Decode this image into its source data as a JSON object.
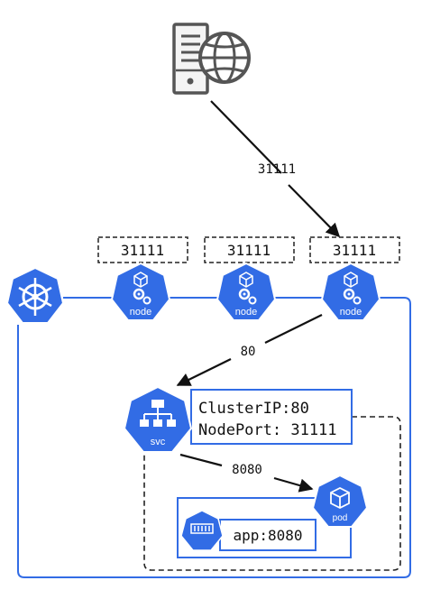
{
  "internet_link": {
    "port_label": "31111"
  },
  "nodes": [
    {
      "port": "31111",
      "label": "node"
    },
    {
      "port": "31111",
      "label": "node"
    },
    {
      "port": "31111",
      "label": "node"
    }
  ],
  "node_to_svc": {
    "port_label": "80"
  },
  "svc": {
    "badge_label": "svc",
    "cluster_ip": "ClusterIP:80",
    "node_port": "NodePort: 31111"
  },
  "svc_to_pod": {
    "port_label": "8080"
  },
  "pod": {
    "badge_label": "pod"
  },
  "container": {
    "label": "app:8080"
  },
  "colors": {
    "kube_blue": "#326ce5",
    "line": "#111111",
    "server_gray": "#555555"
  }
}
